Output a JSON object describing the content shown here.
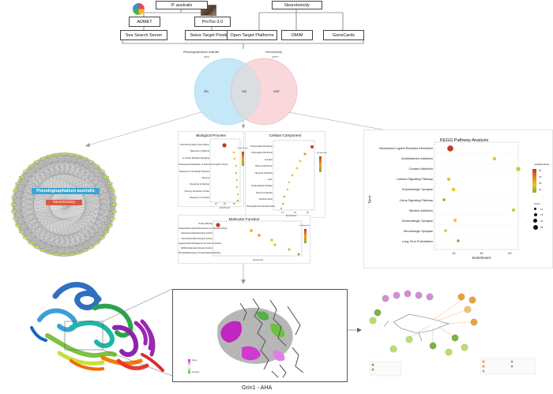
{
  "workflow": {
    "plant": "P. australis",
    "admet": "ADMET",
    "protox": "ProTox-3.0",
    "sea": "Sea Search Server",
    "swiss": "Swiss Target Prediction",
    "neuro": "Neurotoxicity",
    "otp": "Open Target Platforms",
    "omim": "OMIM",
    "genecards": "GeneCards"
  },
  "venn": {
    "left_label": "Pseudognaphalium australis",
    "left_count_label": "(381)",
    "right_label": "Neurotoxicity",
    "right_count_label": "(2457)",
    "left_only": "261",
    "overlap": "120",
    "right_only": "2337"
  },
  "network": {
    "compound_label": "Pseudognaphalium australis",
    "center_label": "Neurotoxicity"
  },
  "bp": {
    "title": "Biological Process",
    "terms": [
      "Chemical Synaptic Transmission",
      "Response to Ethanol",
      "G-Protein Mediated Signaling",
      "Postsynaptic Modulation of Chemical Synaptic Transm",
      "Response to Xenobiotic Stimulus",
      "Memory",
      "Response to Nicotine",
      "Sensory Perception of Pain",
      "Response to Cocaine"
    ],
    "xticks": [
      "10",
      "20",
      "30"
    ],
    "xlabel": "Enrichment",
    "legend_title": "-log10(pvalue)"
  },
  "cc": {
    "title": "Cellular Component",
    "terms": [
      "Postsynaptic Membrane",
      "Presynaptic Membrane",
      "Synapse",
      "Plasma Membrane",
      "Neuronal Cell Body",
      "Axon",
      "Glutamatergic Synapse",
      "Neuron Projection",
      "Dendrite Spine",
      "Presynaptic Density Membrane"
    ],
    "xticks": [
      "10",
      "15",
      "20"
    ],
    "xlabel": "Enrichment",
    "legend_title": "-log10(pvalue)"
  },
  "mf": {
    "title": "Molecular Function",
    "terms": [
      "Protein Binding",
      "Acetylcholine-Gated Monoatomic Ion Channel Activity",
      "Glutamate-Gated Receptor Activity",
      "Neurotransmitter Receptor Activity",
      "Ligand-Gated Monoatomic Ion Channel Activity",
      "NMDA Glutamate Receptor Activity",
      "Phosphatidylinositol-4,5-bisphosphate Binding"
    ],
    "xticks": [
      "10",
      "20",
      "30",
      "40",
      "50",
      "60",
      "70"
    ],
    "xlabel": "Enrichment",
    "legend_title": "-log10(pvalue)"
  },
  "kegg": {
    "title": "KEGG Pathway Analysis",
    "ylabel": "Term",
    "xlabel": "Enrichment",
    "xticks": [
      "10",
      "15",
      "20"
    ],
    "legend_title": "-log10(pvalue)",
    "count_title": "count",
    "terms": [
      "Neuroactive Ligand-Receptor Interaction",
      "Amphetamine Addiction",
      "Cocaine Addiction",
      "Calcium Signaling Pathway",
      "Dopaminergic Synapse",
      "Camp Signaling Pathway",
      "Nicotine Addiction",
      "Glutamatergic Synapse",
      "Serotonergic Synapse",
      "Long-Term Potentiation"
    ],
    "legend_values": [
      "50",
      "40",
      "30",
      "20"
    ],
    "count_values": [
      "10",
      "15",
      "20",
      "25"
    ]
  },
  "docking": {
    "caption": "Grin1 - AHA",
    "surface_legend": [
      "Donor",
      "Acceptor"
    ]
  }
}
